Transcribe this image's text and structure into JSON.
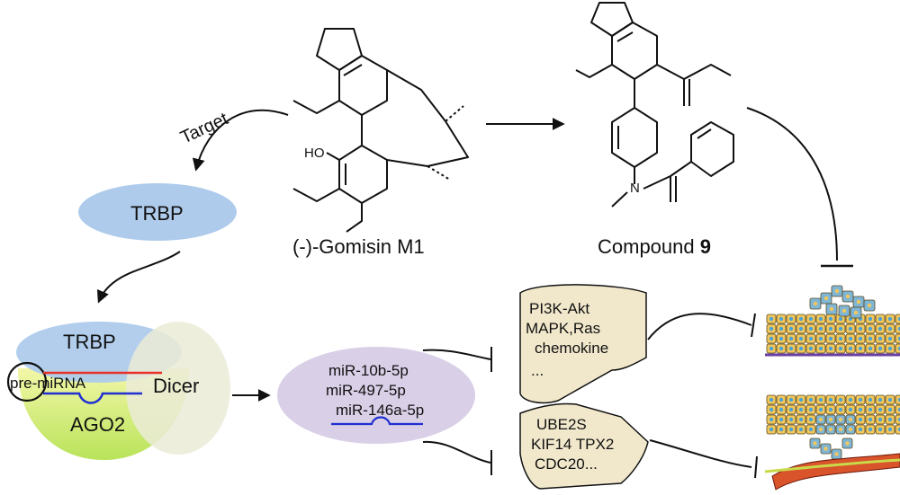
{
  "target_label": "Target",
  "trbp_top": "TRBP",
  "complex": {
    "trbp": "TRBP",
    "pre_mirna": "pre-miRNA",
    "dicer": "Dicer",
    "ago2": "AGO2"
  },
  "gomisin_label": "(-)-Gomisin M1",
  "compound_label": "Compound ",
  "compound_number": "9",
  "molecule_atoms": {
    "hydroxyl": "HO",
    "amide_n": "N"
  },
  "mirnas": [
    "miR-10b-5p",
    "miR-497-5p",
    "miR-146a-5p"
  ],
  "pathways": [
    "PI3K-Akt",
    "MAPK,Ras",
    "chemokine",
    "..."
  ],
  "genes": [
    "UBE2S",
    "KIF14 TPX2",
    "CDC20..."
  ],
  "colors": {
    "trbp": "#aecbeb",
    "ago2": "#e2f17a",
    "dicer": "#ebebd7",
    "mirna_ellipse": "#d9cfe7",
    "note_fill": "#f1e8cc",
    "red_strand": "#e8302a",
    "blue_strand": "#1f2fd0",
    "cell": "#f3c75a",
    "cancer_cell": "#7fb6d6"
  },
  "icons": [
    "inhibition-bar",
    "pathway-note-shape",
    "gene-note-shape",
    "tumor-tissue-icon",
    "metastasis-tissue-icon"
  ]
}
